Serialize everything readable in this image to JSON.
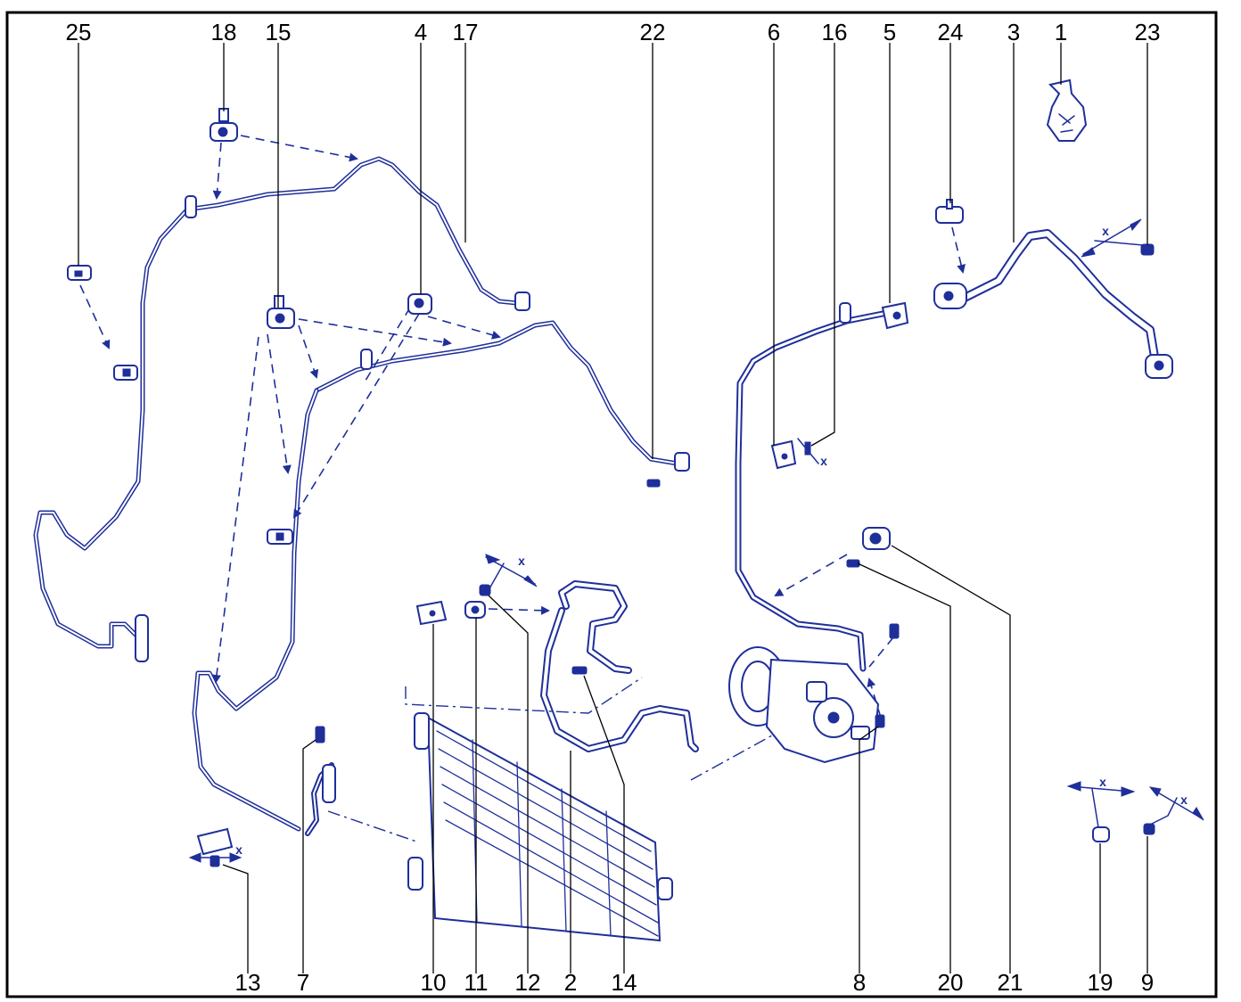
{
  "diagram": {
    "callouts": [
      "25",
      "18",
      "15",
      "4",
      "17",
      "22",
      "6",
      "16",
      "5",
      "24",
      "3",
      "1",
      "23",
      "13",
      "7",
      "10",
      "11",
      "12",
      "2",
      "14",
      "8",
      "20",
      "21",
      "19",
      "9"
    ],
    "torque_marks": [
      "x",
      "x",
      "x",
      "x",
      "x",
      "x",
      "x"
    ],
    "colors": {
      "line_art": "#1f2f9a",
      "labels": "#000000",
      "frame": "#000000",
      "background": "#ffffff"
    }
  }
}
